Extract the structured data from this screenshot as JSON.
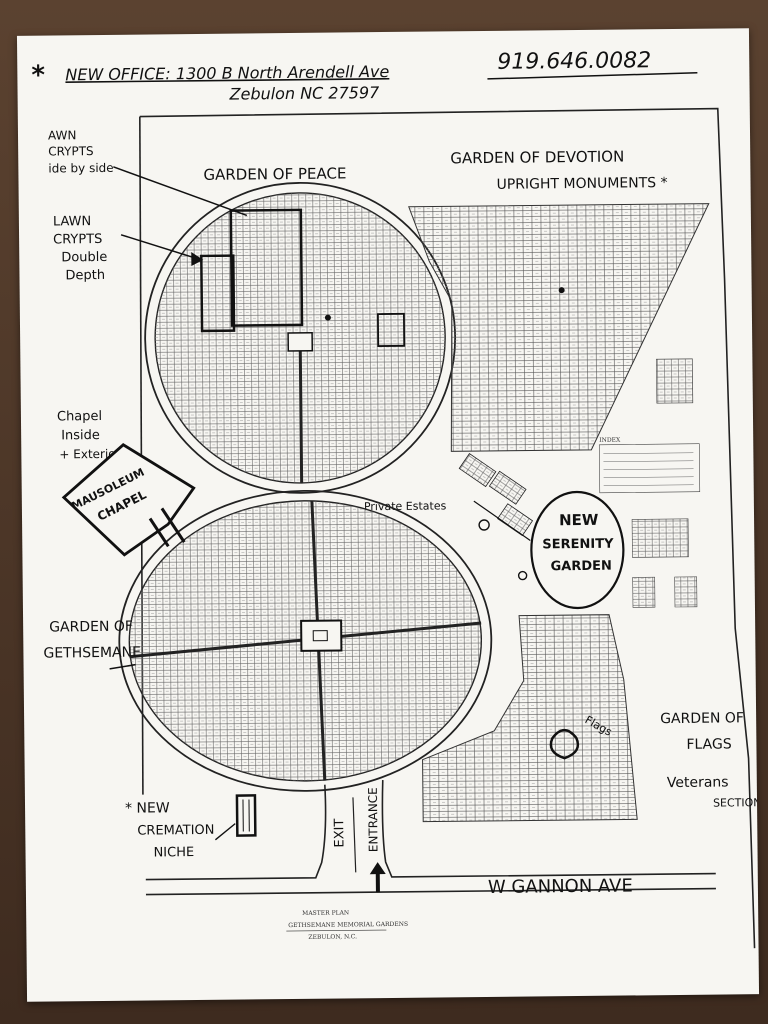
{
  "header": {
    "star": "*",
    "office_line": "NEW OFFICE: 1300 B North Arendell Ave",
    "city_line": "Zebulon NC 27597",
    "phone": "919.646.0082"
  },
  "sections": {
    "garden_of_peace": "GARDEN OF PEACE",
    "garden_of_devotion": "GARDEN OF DEVOTION",
    "upright_monuments": "UPRIGHT MONUMENTS *",
    "garden_of_gethsemane_1": "GARDEN OF",
    "garden_of_gethsemane_2": "GETHSEMANE",
    "garden_of_flags_1": "GARDEN OF",
    "garden_of_flags_2": "FLAGS",
    "veterans_1": "Veterans",
    "veterans_2": "SECTION",
    "new_serenity_1": "NEW",
    "new_serenity_2": "SERENITY",
    "new_serenity_3": "GARDEN",
    "private_estates": "Private Estates",
    "flags_label": "Flags"
  },
  "annotations": {
    "lawn_crypts_side_1": "AWN",
    "lawn_crypts_side_2": "CRYPTS",
    "lawn_crypts_side_3": "ide by side",
    "lawn_crypts_double_1": "LAWN",
    "lawn_crypts_double_2": "CRYPTS",
    "lawn_crypts_double_3": "Double",
    "lawn_crypts_double_4": "Depth",
    "chapel_1": "Chapel",
    "chapel_2": "Inside",
    "chapel_3": "+ Exterior",
    "mausoleum_1": "MAUSOLEUM",
    "mausoleum_2": "CHAPEL",
    "cremation_1": "* NEW",
    "cremation_2": "CREMATION",
    "cremation_3": "NICHE"
  },
  "roads": {
    "exit": "EXIT",
    "entrance": "ENTRANCE",
    "street": "W GANNON AVE"
  },
  "footer": {
    "line1": "MASTER PLAN",
    "line2": "GETHSEMANE MEMORIAL GARDENS",
    "line3": "ZEBULON, N.C."
  },
  "legend": {
    "title": "INDEX"
  },
  "colors": {
    "ink": "#111111",
    "paper": "#f7f6f2",
    "grid": "#555555"
  }
}
